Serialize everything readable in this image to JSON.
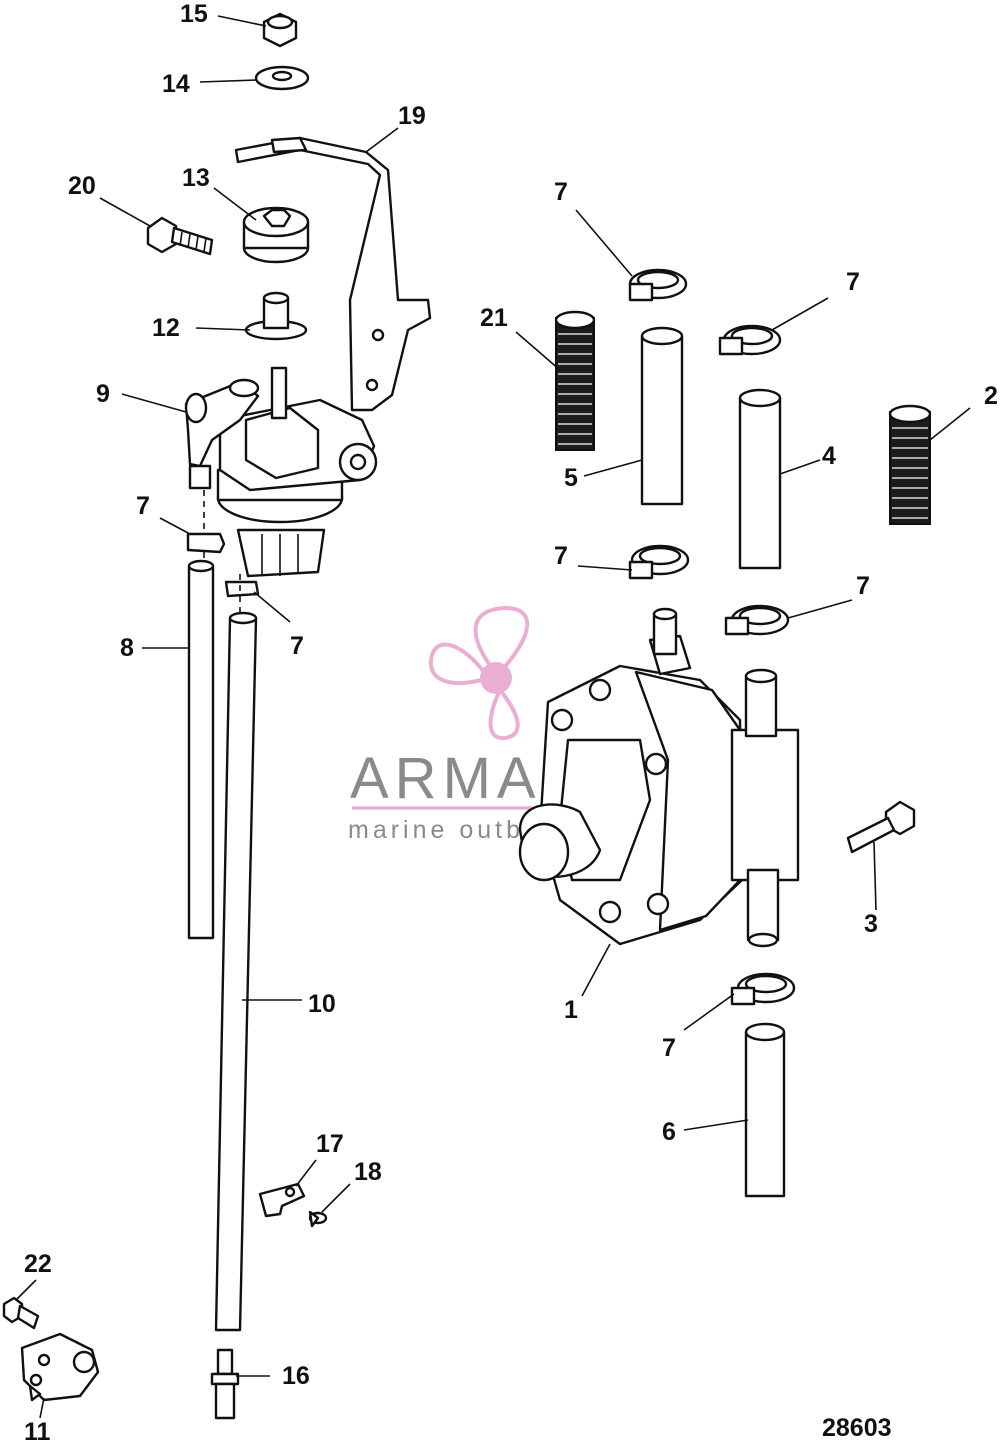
{
  "diagram_number": "28603",
  "watermark": {
    "brand": "ARMADA",
    "tagline": "marine outboards",
    "accent_color": "#e8a6cd"
  },
  "callouts": {
    "c1": "1",
    "c2": "2",
    "c3": "3",
    "c4": "4",
    "c5": "5",
    "c6": "6",
    "c7": "7",
    "c8": "8",
    "c9": "9",
    "c10": "10",
    "c11": "11",
    "c12": "12",
    "c13": "13",
    "c14": "14",
    "c15": "15",
    "c16": "16",
    "c17": "17",
    "c18": "18",
    "c19": "19",
    "c20": "20",
    "c21": "21",
    "c22": "22"
  }
}
